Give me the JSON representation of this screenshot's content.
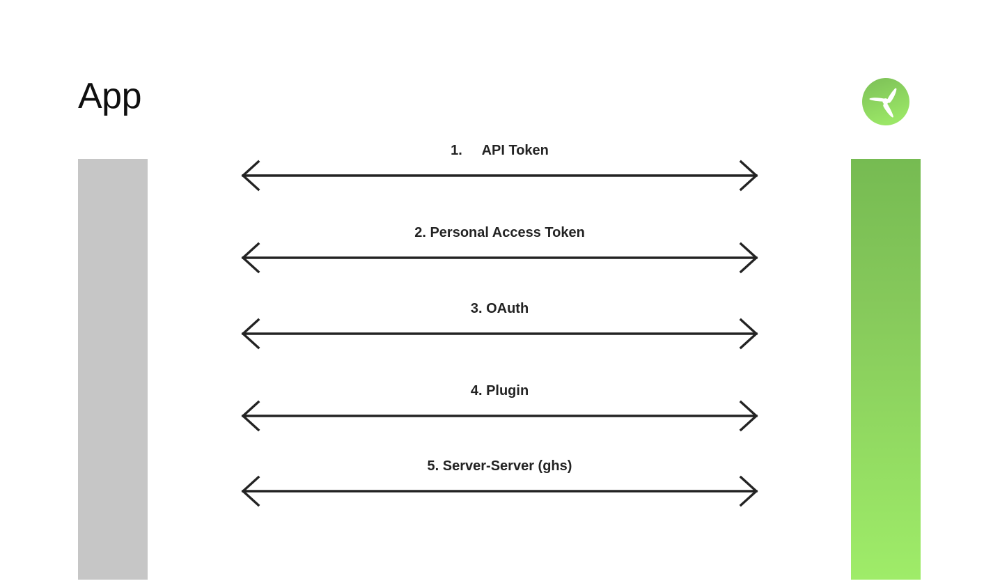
{
  "diagram": {
    "type": "sequence-diagram",
    "background": "#ffffff",
    "actors": {
      "left": {
        "label": "App",
        "lifeline_color": "#c6c6c6"
      },
      "right": {
        "icon": "propeller-logo-icon",
        "lifeline_gradient_top": "#76bb52",
        "lifeline_gradient_bottom": "#9fec69",
        "logo_gradient_top": "#7cbf57",
        "logo_gradient_bottom": "#9ae666"
      }
    },
    "messages": [
      {
        "label": "1.\tAPI Token",
        "direction": "bidirectional"
      },
      {
        "label": "2. Personal Access Token",
        "direction": "bidirectional"
      },
      {
        "label": "3. OAuth",
        "direction": "bidirectional"
      },
      {
        "label": "4. Plugin",
        "direction": "bidirectional"
      },
      {
        "label": "5. Server-Server (ghs)",
        "direction": "bidirectional"
      }
    ],
    "colors": {
      "text": "#232323",
      "title": "#0f0f0f",
      "arrow": "#232323"
    }
  }
}
